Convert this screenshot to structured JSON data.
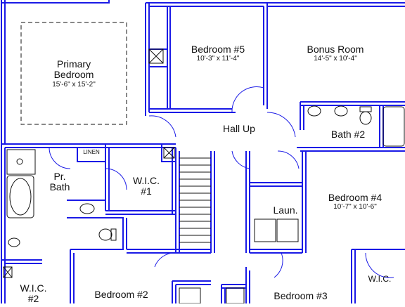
{
  "plan": {
    "wall_color": "#1a1ae6",
    "fixture_color": "#111111",
    "rooms": [
      {
        "id": "primary-bedroom",
        "name": "Primary\nBedroom",
        "dims": "15'-6\" x 15'-2\""
      },
      {
        "id": "bedroom-5",
        "name": "Bedroom #5",
        "dims": "10'-3\" x 11'-4\""
      },
      {
        "id": "bonus-room",
        "name": "Bonus Room",
        "dims": "14'-5\" x 10'-4\""
      },
      {
        "id": "hall-up",
        "name": "Hall Up",
        "dims": ""
      },
      {
        "id": "bath-2",
        "name": "Bath #2",
        "dims": ""
      },
      {
        "id": "linen",
        "name": "LINEN",
        "dims": ""
      },
      {
        "id": "pr-bath",
        "name": "Pr.\nBath",
        "dims": ""
      },
      {
        "id": "wic-1",
        "name": "W.I.C.\n#1",
        "dims": ""
      },
      {
        "id": "bedroom-4",
        "name": "Bedroom #4",
        "dims": "10'-7\" x 10'-6\""
      },
      {
        "id": "laun",
        "name": "Laun.",
        "dims": ""
      },
      {
        "id": "wic",
        "name": "W.I.C.",
        "dims": ""
      },
      {
        "id": "wic-2",
        "name": "W.I.C.\n#2",
        "dims": ""
      },
      {
        "id": "bedroom-2",
        "name": "Bedroom #2",
        "dims": ""
      },
      {
        "id": "bedroom-3",
        "name": "Bedroom #3",
        "dims": ""
      }
    ]
  }
}
